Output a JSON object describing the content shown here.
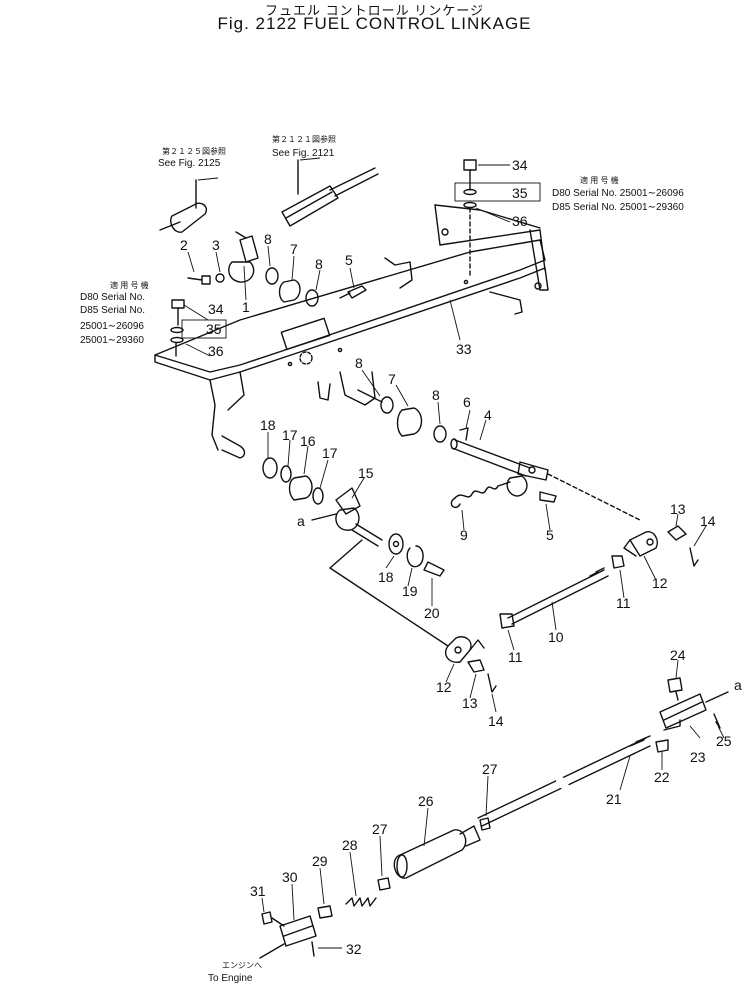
{
  "title": {
    "japanese": "フュエル コントロール リンケージ",
    "english": "Fig. 2122 FUEL CONTROL LINKAGE"
  },
  "references": {
    "fig2125_jp": "第２１２５図参照",
    "fig2125_en": "See Fig. 2125",
    "fig2121_jp": "第２１２１図参照",
    "fig2121_en": "See Fig. 2121"
  },
  "applicability_right": {
    "header_jp": "適 用 号 機",
    "line1": "D80 Serial No. 25001∼26096",
    "line2": "D85 Serial No. 25001∼29360"
  },
  "applicability_left": {
    "header_jp": "適 用 号 機",
    "line1": "D80 Serial No.",
    "line2": "D85 Serial No.",
    "line3": "25001∼26096",
    "line4": "25001∼29360"
  },
  "engine_label": {
    "japanese": "エンジンへ",
    "english": "To Engine"
  },
  "connector_letter": "a",
  "callouts": {
    "p1": "1",
    "p2": "2",
    "p3": "3",
    "p4": "4",
    "p5a": "5",
    "p5b": "5",
    "p6": "6",
    "p7a": "7",
    "p7b": "7",
    "p8a": "8",
    "p8b": "8",
    "p8c": "8",
    "p8d": "8",
    "p9": "9",
    "p10": "10",
    "p11a": "11",
    "p11b": "11",
    "p12a": "12",
    "p12b": "12",
    "p13a": "13",
    "p13b": "13",
    "p14a": "14",
    "p14b": "14",
    "p15": "15",
    "p16": "16",
    "p17a": "17",
    "p17b": "17",
    "p18a": "18",
    "p18b": "18",
    "p19": "19",
    "p20": "20",
    "p21": "21",
    "p22": "22",
    "p23": "23",
    "p24": "24",
    "p25": "25",
    "p26": "26",
    "p27a": "27",
    "p27b": "27",
    "p28": "28",
    "p29": "29",
    "p30": "30",
    "p31": "31",
    "p32": "32",
    "p33": "33",
    "p34a": "34",
    "p34b": "34",
    "p35a": "35",
    "p35b": "35",
    "p36a": "36",
    "p36b": "36"
  }
}
